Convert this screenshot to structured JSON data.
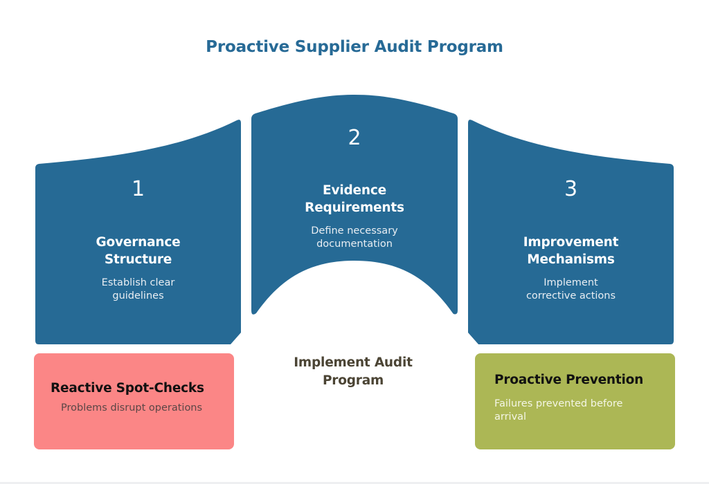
{
  "title": "Proactive Supplier Audit Program",
  "colors": {
    "title": "#276a96",
    "panel": "#266a95",
    "reactive_box": "#fb8686",
    "proactive_box": "#acb755",
    "center_label": "#4b4434",
    "reactive_desc": "#5a4646",
    "proactive_desc": "#f4f6e6"
  },
  "steps": [
    {
      "number": "1",
      "heading_line1": "Governance",
      "heading_line2": "Structure",
      "desc_line1": "Establish clear",
      "desc_line2": "guidelines"
    },
    {
      "number": "2",
      "heading_line1": "Evidence",
      "heading_line2": "Requirements",
      "desc_line1": "Define necessary",
      "desc_line2": "documentation"
    },
    {
      "number": "3",
      "heading_line1": "Improvement",
      "heading_line2": "Mechanisms",
      "desc_line1": "Implement",
      "desc_line2": "corrective actions"
    }
  ],
  "center_label": {
    "line1": "Implement Audit",
    "line2": "Program"
  },
  "outcomes": {
    "reactive": {
      "heading": "Reactive Spot-Checks",
      "desc": "Problems disrupt operations"
    },
    "proactive": {
      "heading": "Proactive Prevention",
      "desc_line1": "Failures prevented before",
      "desc_line2": "arrival"
    }
  }
}
